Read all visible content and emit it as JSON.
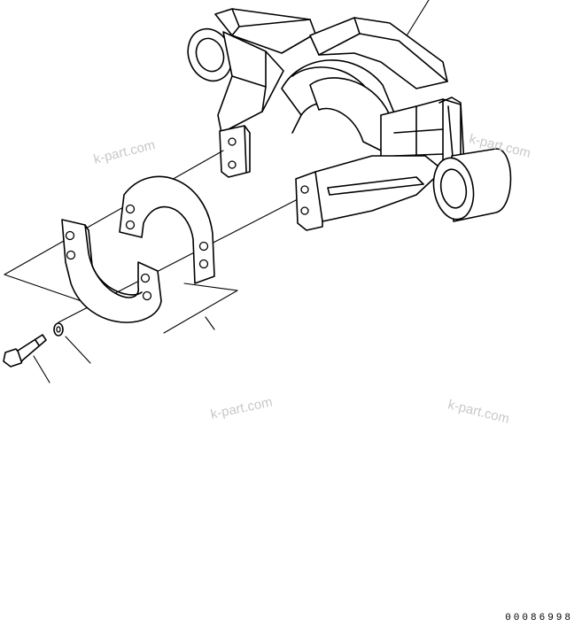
{
  "watermarks": [
    "k-part.com",
    "k-part.com",
    "k-part.com",
    "k-part.com"
  ],
  "drawing_number": "00086998"
}
